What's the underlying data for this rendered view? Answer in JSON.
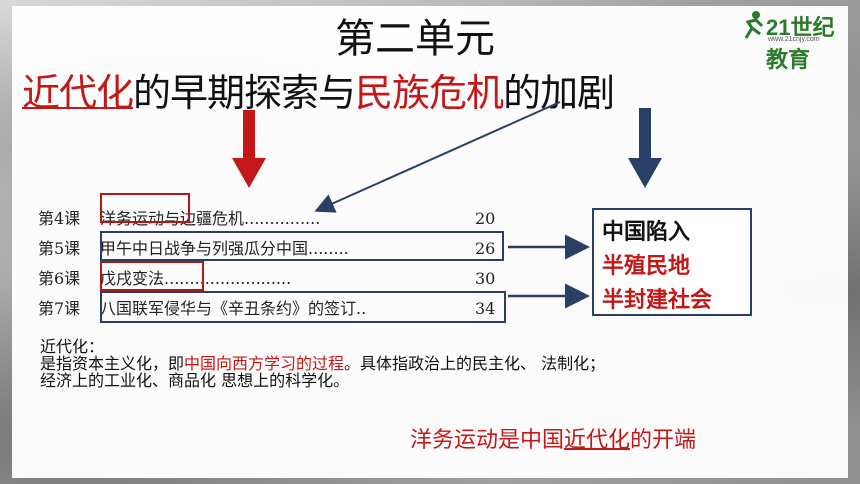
{
  "title": "第二单元",
  "subtitle": {
    "p1": "近代化",
    "p2": "的早期探索",
    "p3": "与",
    "p4": "民族危机",
    "p5": "的加剧"
  },
  "logo": {
    "text": "21世纪教育",
    "url": "www.21cnjy.com"
  },
  "toc": [
    {
      "num": "第4课",
      "title": "洋务运动与边疆危机",
      "dots": "...............",
      "page": "20"
    },
    {
      "num": "第5课",
      "title": "甲午中日战争与列强瓜分中国",
      "dots": "........",
      "page": "26"
    },
    {
      "num": "第6课",
      "title": "戊戌变法",
      "dots": ".........................",
      "page": "30"
    },
    {
      "num": "第7课",
      "title": "八国联军侵华与《辛丑条约》的签订",
      "dots": "..",
      "page": "34"
    }
  ],
  "result": {
    "line1": "中国陷入",
    "line2": "半殖民地",
    "line3": "半封建社会"
  },
  "definition": {
    "head": "近代化：",
    "l2a": "是指资本主义化，即",
    "l2b": "中国向西方学习的过程",
    "l2c": "。具体指政治上的民主化、   法制化；",
    "l3": "经济上的工业化、商品化  思想上的科学化。"
  },
  "conclusion": {
    "a": "洋务运动是中国",
    "b": "近代化",
    "c": "的开端"
  },
  "colors": {
    "red": "#c41818",
    "navy": "#2a3f66"
  }
}
